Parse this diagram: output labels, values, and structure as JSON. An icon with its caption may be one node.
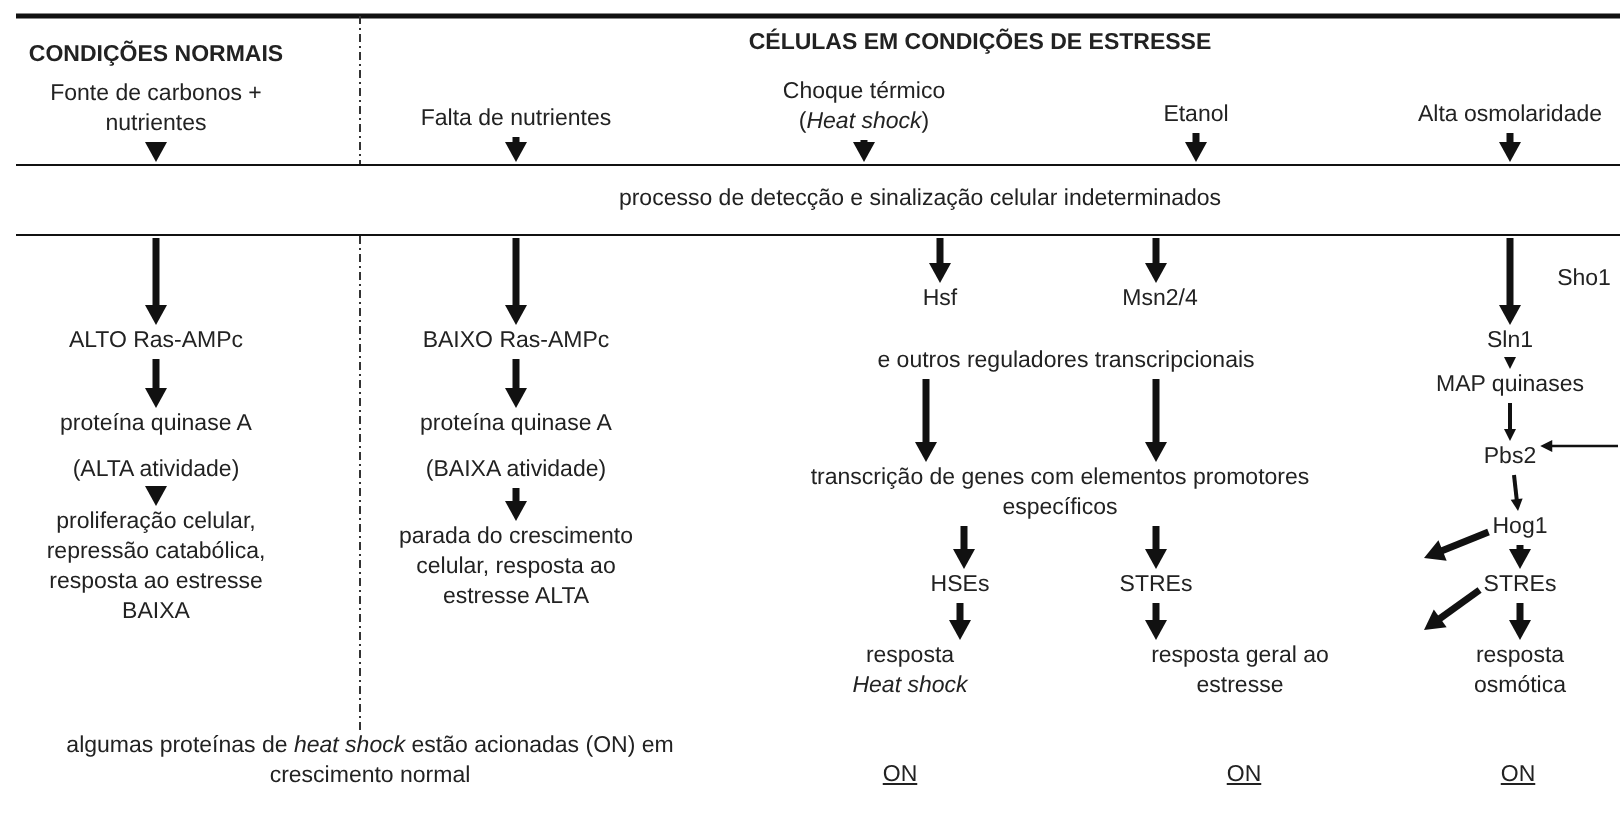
{
  "diagram": {
    "nodes": [
      {
        "text": [
          "Fonte de carbonos + nutrientes"
        ]
      },
      {
        "text": [
          "Falta de nutrientes"
        ]
      },
      {
        "text": [
          "Choque térmico (*Heat shock*)"
        ]
      },
      {
        "text": [
          "Etanol"
        ]
      },
      {
        "text": [
          "Alta osmolaridade"
        ]
      },
      {
        "text": [
          "processo de detecção e sinalização celular indeterminados"
        ]
      },
      {
        "text": [
          "ALTO Ras-AMPc"
        ]
      },
      {
        "text": [
          "BAIXO Ras-AMPc"
        ]
      },
      {
        "text": [
          "Hsf"
        ]
      },
      {
        "text": [
          "Msn2/4"
        ]
      },
      {
        "text": [
          "Sho1"
        ]
      },
      {
        "text": [
          "e outros reguladores transcripcionais"
        ]
      },
      {
        "text": [
          "Sln1"
        ]
      },
      {
        "text": [
          "MAP quinases"
        ]
      },
      {
        "text": [
          "proteína quinase A",
          "(ALTA atividade)"
        ]
      },
      {
        "text": [
          "proteína quinase A",
          "(BAIXA atividade)"
        ]
      },
      {
        "text": [
          "transcrição de genes com elementos promotores específicos"
        ]
      },
      {
        "text": [
          "Pbs2"
        ]
      },
      {
        "text": [
          "Hog1"
        ]
      },
      {
        "text": [
          "HSEs"
        ]
      },
      {
        "text": [
          "STREs"
        ]
      },
      {
        "text": [
          "STREs"
        ]
      },
      {
        "text": [
          "proliferação celular, repressão catabólica, resposta ao estresse BAIXA"
        ]
      },
      {
        "text": [
          "parada do crescimento celular, resposta ao estresse ALTA"
        ]
      },
      {
        "text": [
          "resposta *Heat shock*"
        ]
      },
      {
        "text": [
          "resposta geral ao estresse"
        ]
      },
      {
        "text": [
          "resposta osmótica"
        ]
      }
    ],
    "edges": [
      {
        "from": 0,
        "to": 5,
        "arrow": "to"
      },
      {
        "from": 1,
        "to": 5,
        "arrow": "to"
      },
      {
        "from": 2,
        "to": 5,
        "arrow": "to"
      },
      {
        "from": 3,
        "to": 5,
        "arrow": "to"
      },
      {
        "from": 4,
        "to": 5,
        "arrow": "to"
      },
      {
        "from": 5,
        "to": 6,
        "arrow": "to"
      },
      {
        "from": 5,
        "to": 7,
        "arrow": "to"
      },
      {
        "from": 5,
        "to": 8,
        "arrow": "to"
      },
      {
        "from": 5,
        "to": 9,
        "arrow": "to"
      },
      {
        "from": 5,
        "to": 12,
        "arrow": "to"
      },
      {
        "from": 6,
        "to": 14,
        "arrow": "to"
      },
      {
        "from": 7,
        "to": 15,
        "arrow": "to"
      },
      {
        "from": 11,
        "to": 16,
        "arrow": "to"
      },
      {
        "from": 11,
        "to": 16,
        "arrow": "to"
      },
      {
        "from": 12,
        "to": 13,
        "arrow": "to"
      },
      {
        "from": 13,
        "to": 17,
        "arrow": "to"
      },
      {
        "from": null,
        "to": 17,
        "arrow": "to"
      },
      {
        "from": 17,
        "to": 18,
        "arrow": "to"
      },
      {
        "from": 14,
        "to": 22,
        "arrow": "to"
      },
      {
        "from": 15,
        "to": 23,
        "arrow": "to"
      },
      {
        "from": 16,
        "to": 19,
        "arrow": "to"
      },
      {
        "from": 16,
        "to": 20,
        "arrow": "to"
      },
      {
        "from": 18,
        "to": 21,
        "arrow": "to"
      },
      {
        "from": 18,
        "to": null,
        "arrow": "to"
      },
      {
        "from": 19,
        "to": 24,
        "arrow": "to"
      },
      {
        "from": 20,
        "to": 25,
        "arrow": "to"
      },
      {
        "from": 21,
        "to": 26,
        "arrow": "to"
      },
      {
        "from": 21,
        "to": null,
        "arrow": "to"
      }
    ],
    "labels": [
      "CONDIÇÕES NORMAIS",
      "CÉLULAS EM CONDIÇÕES DE ESTRESSE",
      "algumas proteínas de *heat shock* estão acionadas (ON) em crescimento normal",
      "ON",
      "ON",
      "ON"
    ]
  }
}
